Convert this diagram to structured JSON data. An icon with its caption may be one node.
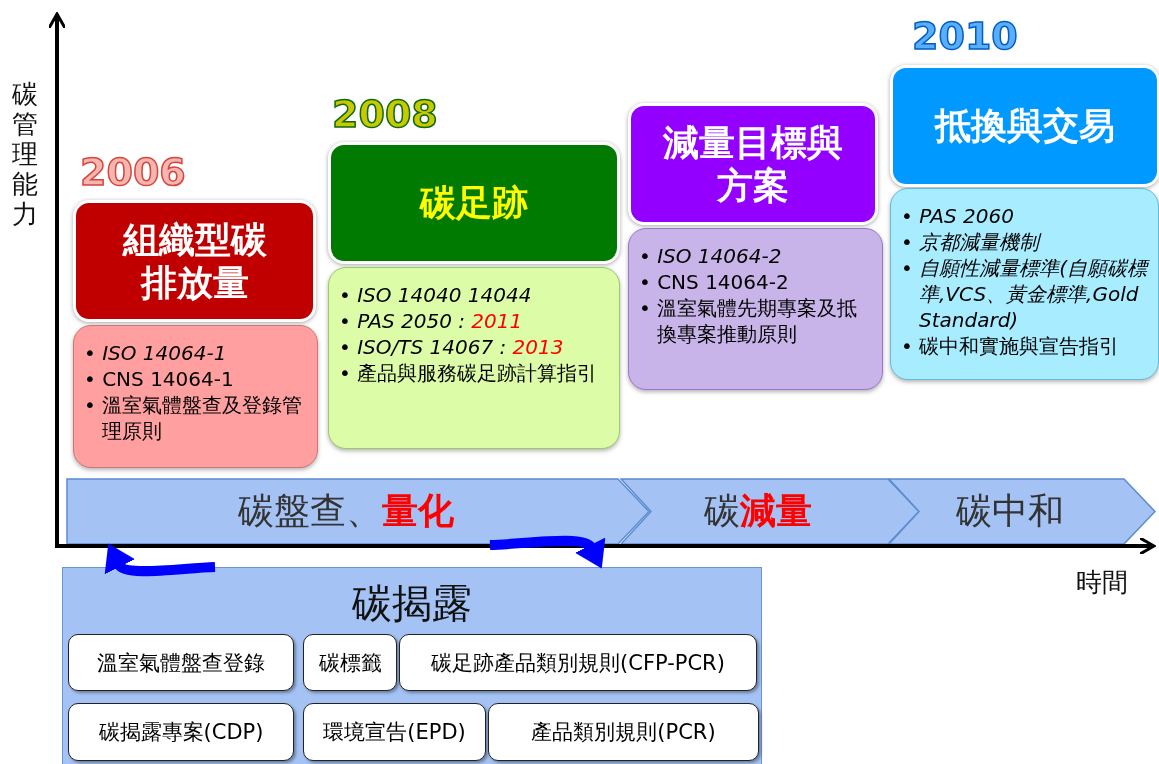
{
  "diagram": {
    "nodes": [
      {
        "text": [
          "組織型碳排放量"
        ],
        "beside": [
          "2006"
        ]
      },
      {
        "text": [
          "• ISO 14064-1",
          "• CNS 14064-1",
          "• 溫室氣體盤查及登錄管理原則"
        ]
      },
      {
        "text": [
          "碳足跡"
        ],
        "beside": [
          "2008"
        ]
      },
      {
        "text": [
          "• ISO 14040 14044",
          "• PAS 2050 : 2011",
          "• ISO/TS 14067 : 2013",
          "• 產品與服務碳足跡計算指引"
        ]
      },
      {
        "text": [
          "減量目標與方案"
        ]
      },
      {
        "text": [
          "• ISO 14064-2",
          "• CNS 14064-2",
          "• 溫室氣體先期專案及抵換專案推動原則"
        ]
      },
      {
        "text": [
          "抵換與交易"
        ],
        "beside": [
          "2010"
        ]
      },
      {
        "text": [
          "• PAS 2060",
          "• 京都減量機制",
          "• 自願性減量標準(自願碳標準,VCS、黃金標準,Gold Standard)",
          "• 碳中和實施與宣告指引"
        ]
      },
      {
        "text": [
          "碳盤查、**量化**"
        ]
      },
      {
        "text": [
          "碳**減量**"
        ]
      },
      {
        "text": [
          "碳中和"
        ]
      },
      {
        "text": [
          "碳揭露"
        ]
      },
      {
        "text": [
          "溫室氣體盤查登錄"
        ],
        "in": 11
      },
      {
        "text": [
          "碳標籤"
        ],
        "in": 11
      },
      {
        "text": [
          "碳足跡產品類別規則(CFP-PCR)"
        ],
        "in": 11
      },
      {
        "text": [
          "碳揭露專案(CDP)"
        ],
        "in": 11
      },
      {
        "text": [
          "環境宣告(EPD)"
        ],
        "in": 11
      },
      {
        "text": [
          "產品類別規則(PCR)"
        ],
        "in": 11
      }
    ],
    "edges": [
      {
        "from": 11,
        "to": 8,
        "arrow": "to"
      },
      {
        "from": 8,
        "to": 11,
        "arrow": "to"
      }
    ],
    "labels": [
      "碳管理能力",
      "時間"
    ]
  }
}
